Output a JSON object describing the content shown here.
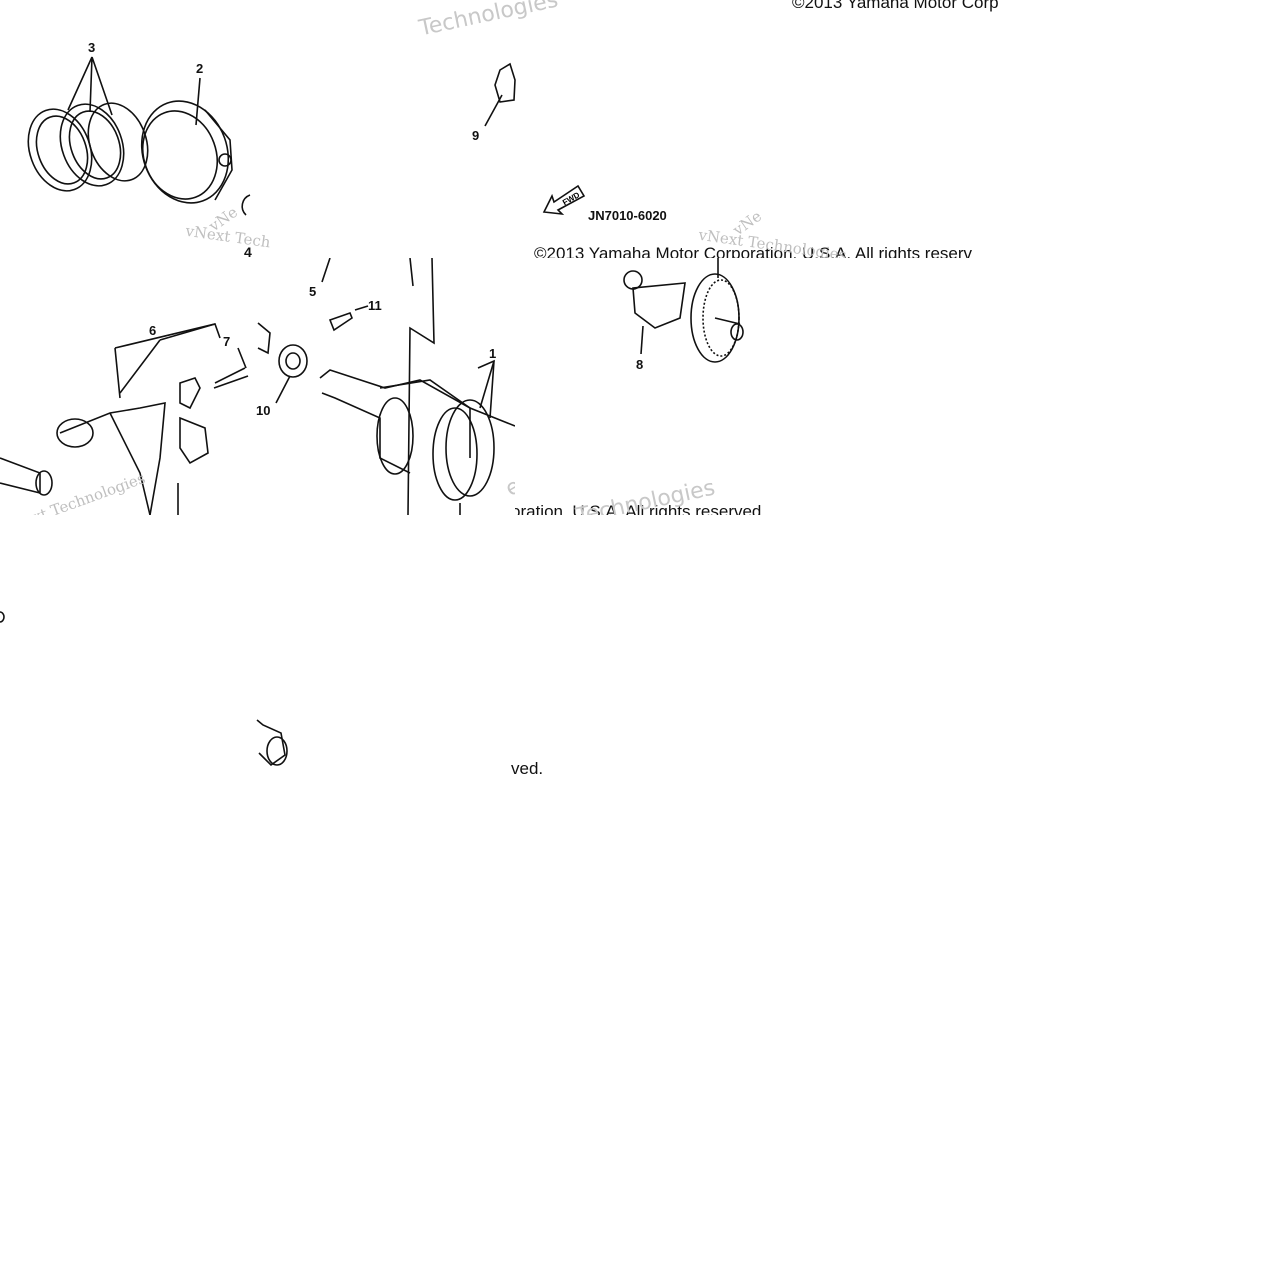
{
  "diagram": {
    "callouts": {
      "c1": "1",
      "c2": "2",
      "c3": "3",
      "c4": "4",
      "c5": "5",
      "c6": "6",
      "c7": "7",
      "c8": "8",
      "c9": "9",
      "c10": "10",
      "c11": "11"
    },
    "part_number": "JN7010-6020",
    "fwd_label": "FWD",
    "copyright_top": "©2013 Yamaha Motor Corp",
    "copyright_mid": "©2013 Yamaha Motor Corporation, U.S.A. All rights reserv",
    "copyright_low": "oration, U.S.A. All rights reserved.",
    "copyright_tail": "ved.",
    "watermarks": {
      "vnext": "vNext Technologies",
      "techn": "Technologies",
      "vn": "vNe",
      "ext": "ext"
    }
  }
}
